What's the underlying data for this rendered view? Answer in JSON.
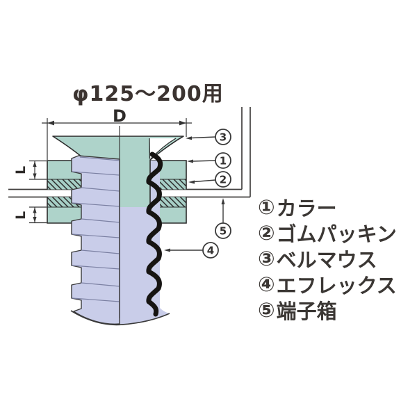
{
  "title": "φ125～200用",
  "dimensions": {
    "diameter_label": "D",
    "upper_length_label": "L",
    "lower_length_label": "L"
  },
  "callouts": [
    {
      "number": "3",
      "target": "bell-mouth"
    },
    {
      "number": "1",
      "target": "collar"
    },
    {
      "number": "2",
      "target": "rubber-packing"
    },
    {
      "number": "5",
      "target": "terminal-box"
    },
    {
      "number": "4",
      "target": "eflex-conduit"
    }
  ],
  "legend": {
    "items": [
      {
        "marker": "①",
        "label": "カラー"
      },
      {
        "marker": "②",
        "label": "ゴムパッキン"
      },
      {
        "marker": "③",
        "label": "ベルマウス"
      },
      {
        "marker": "④",
        "label": "エフレックス"
      },
      {
        "marker": "⑤",
        "label": "端子箱"
      }
    ]
  },
  "colors": {
    "collar_teal": "#aed3ca",
    "conduit_lavender": "#c9cde9",
    "outline": "#2b2b2b",
    "line_gray": "#413f3e",
    "text": "#3b3734"
  }
}
